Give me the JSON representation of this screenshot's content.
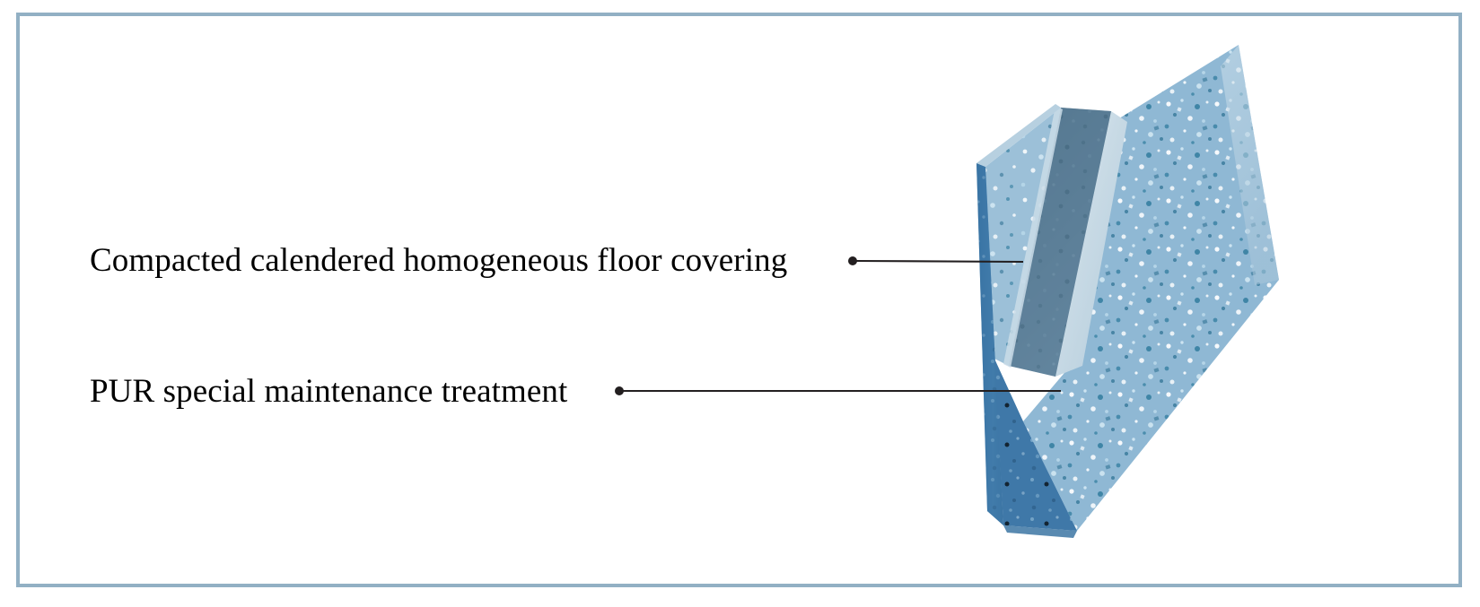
{
  "figure": {
    "kind": "cutaway-cross-section-illustration",
    "subject": "homogeneous vinyl floor covering slab",
    "background_color": "#ffffff",
    "border_color": "#92b0c4",
    "leader_line_color": "#231f20"
  },
  "callouts": [
    {
      "id": "compacted-layer",
      "label": "Compacted calendered homogeneous floor covering",
      "marker": "dot",
      "points_to": "cut-away core face of slab"
    },
    {
      "id": "pur-layer",
      "label": "PUR special maintenance treatment",
      "marker": "dot",
      "points_to": "left side edge of slab"
    }
  ],
  "slab": {
    "top_surface_color": "#8fb8d4",
    "cut_face_color": "#5a7c96",
    "pur_strip_color": "#c8dae5",
    "left_edge_color": "#3f78a8",
    "speckle_colors": [
      "#ffffff",
      "#d8ecf6",
      "#1d6f93",
      "#0f5b7e",
      "#b9d9ea"
    ]
  }
}
